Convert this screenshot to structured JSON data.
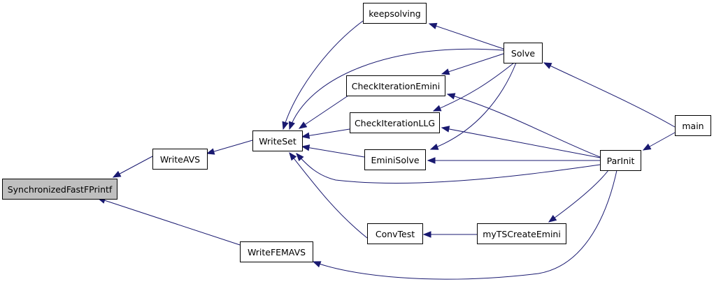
{
  "graph": {
    "edge_color": "#191970",
    "selected_fill": "#bfbfbf",
    "node_fill": "#ffffff",
    "nodes": [
      {
        "id": "sfp",
        "label": "SynchronizedFastFPrintf",
        "selected": true
      },
      {
        "id": "wavs",
        "label": "WriteAVS"
      },
      {
        "id": "wset",
        "label": "WriteSet"
      },
      {
        "id": "wfem",
        "label": "WriteFEMAVS"
      },
      {
        "id": "keep",
        "label": "keepsolving"
      },
      {
        "id": "cie",
        "label": "CheckIterationEmini"
      },
      {
        "id": "cil",
        "label": "CheckIterationLLG"
      },
      {
        "id": "esol",
        "label": "EminiSolve"
      },
      {
        "id": "conv",
        "label": "ConvTest"
      },
      {
        "id": "solv",
        "label": "Solve"
      },
      {
        "id": "myts",
        "label": "myTSCreateEmini"
      },
      {
        "id": "pari",
        "label": "ParInit"
      },
      {
        "id": "main",
        "label": "main"
      }
    ],
    "edges": [
      {
        "from": "wavs",
        "to": "sfp"
      },
      {
        "from": "wfem",
        "to": "sfp"
      },
      {
        "from": "wset",
        "to": "wavs"
      },
      {
        "from": "keep",
        "to": "wset"
      },
      {
        "from": "solv",
        "to": "wset"
      },
      {
        "from": "cie",
        "to": "wset"
      },
      {
        "from": "cil",
        "to": "wset"
      },
      {
        "from": "esol",
        "to": "wset"
      },
      {
        "from": "pari",
        "to": "wset"
      },
      {
        "from": "conv",
        "to": "wset"
      },
      {
        "from": "solv",
        "to": "keep"
      },
      {
        "from": "solv",
        "to": "cie"
      },
      {
        "from": "pari",
        "to": "cie"
      },
      {
        "from": "solv",
        "to": "cil"
      },
      {
        "from": "pari",
        "to": "cil"
      },
      {
        "from": "solv",
        "to": "esol"
      },
      {
        "from": "pari",
        "to": "esol"
      },
      {
        "from": "myts",
        "to": "conv"
      },
      {
        "from": "pari",
        "to": "myts"
      },
      {
        "from": "pari",
        "to": "wfem"
      },
      {
        "from": "main",
        "to": "solv"
      },
      {
        "from": "main",
        "to": "pari"
      }
    ]
  }
}
